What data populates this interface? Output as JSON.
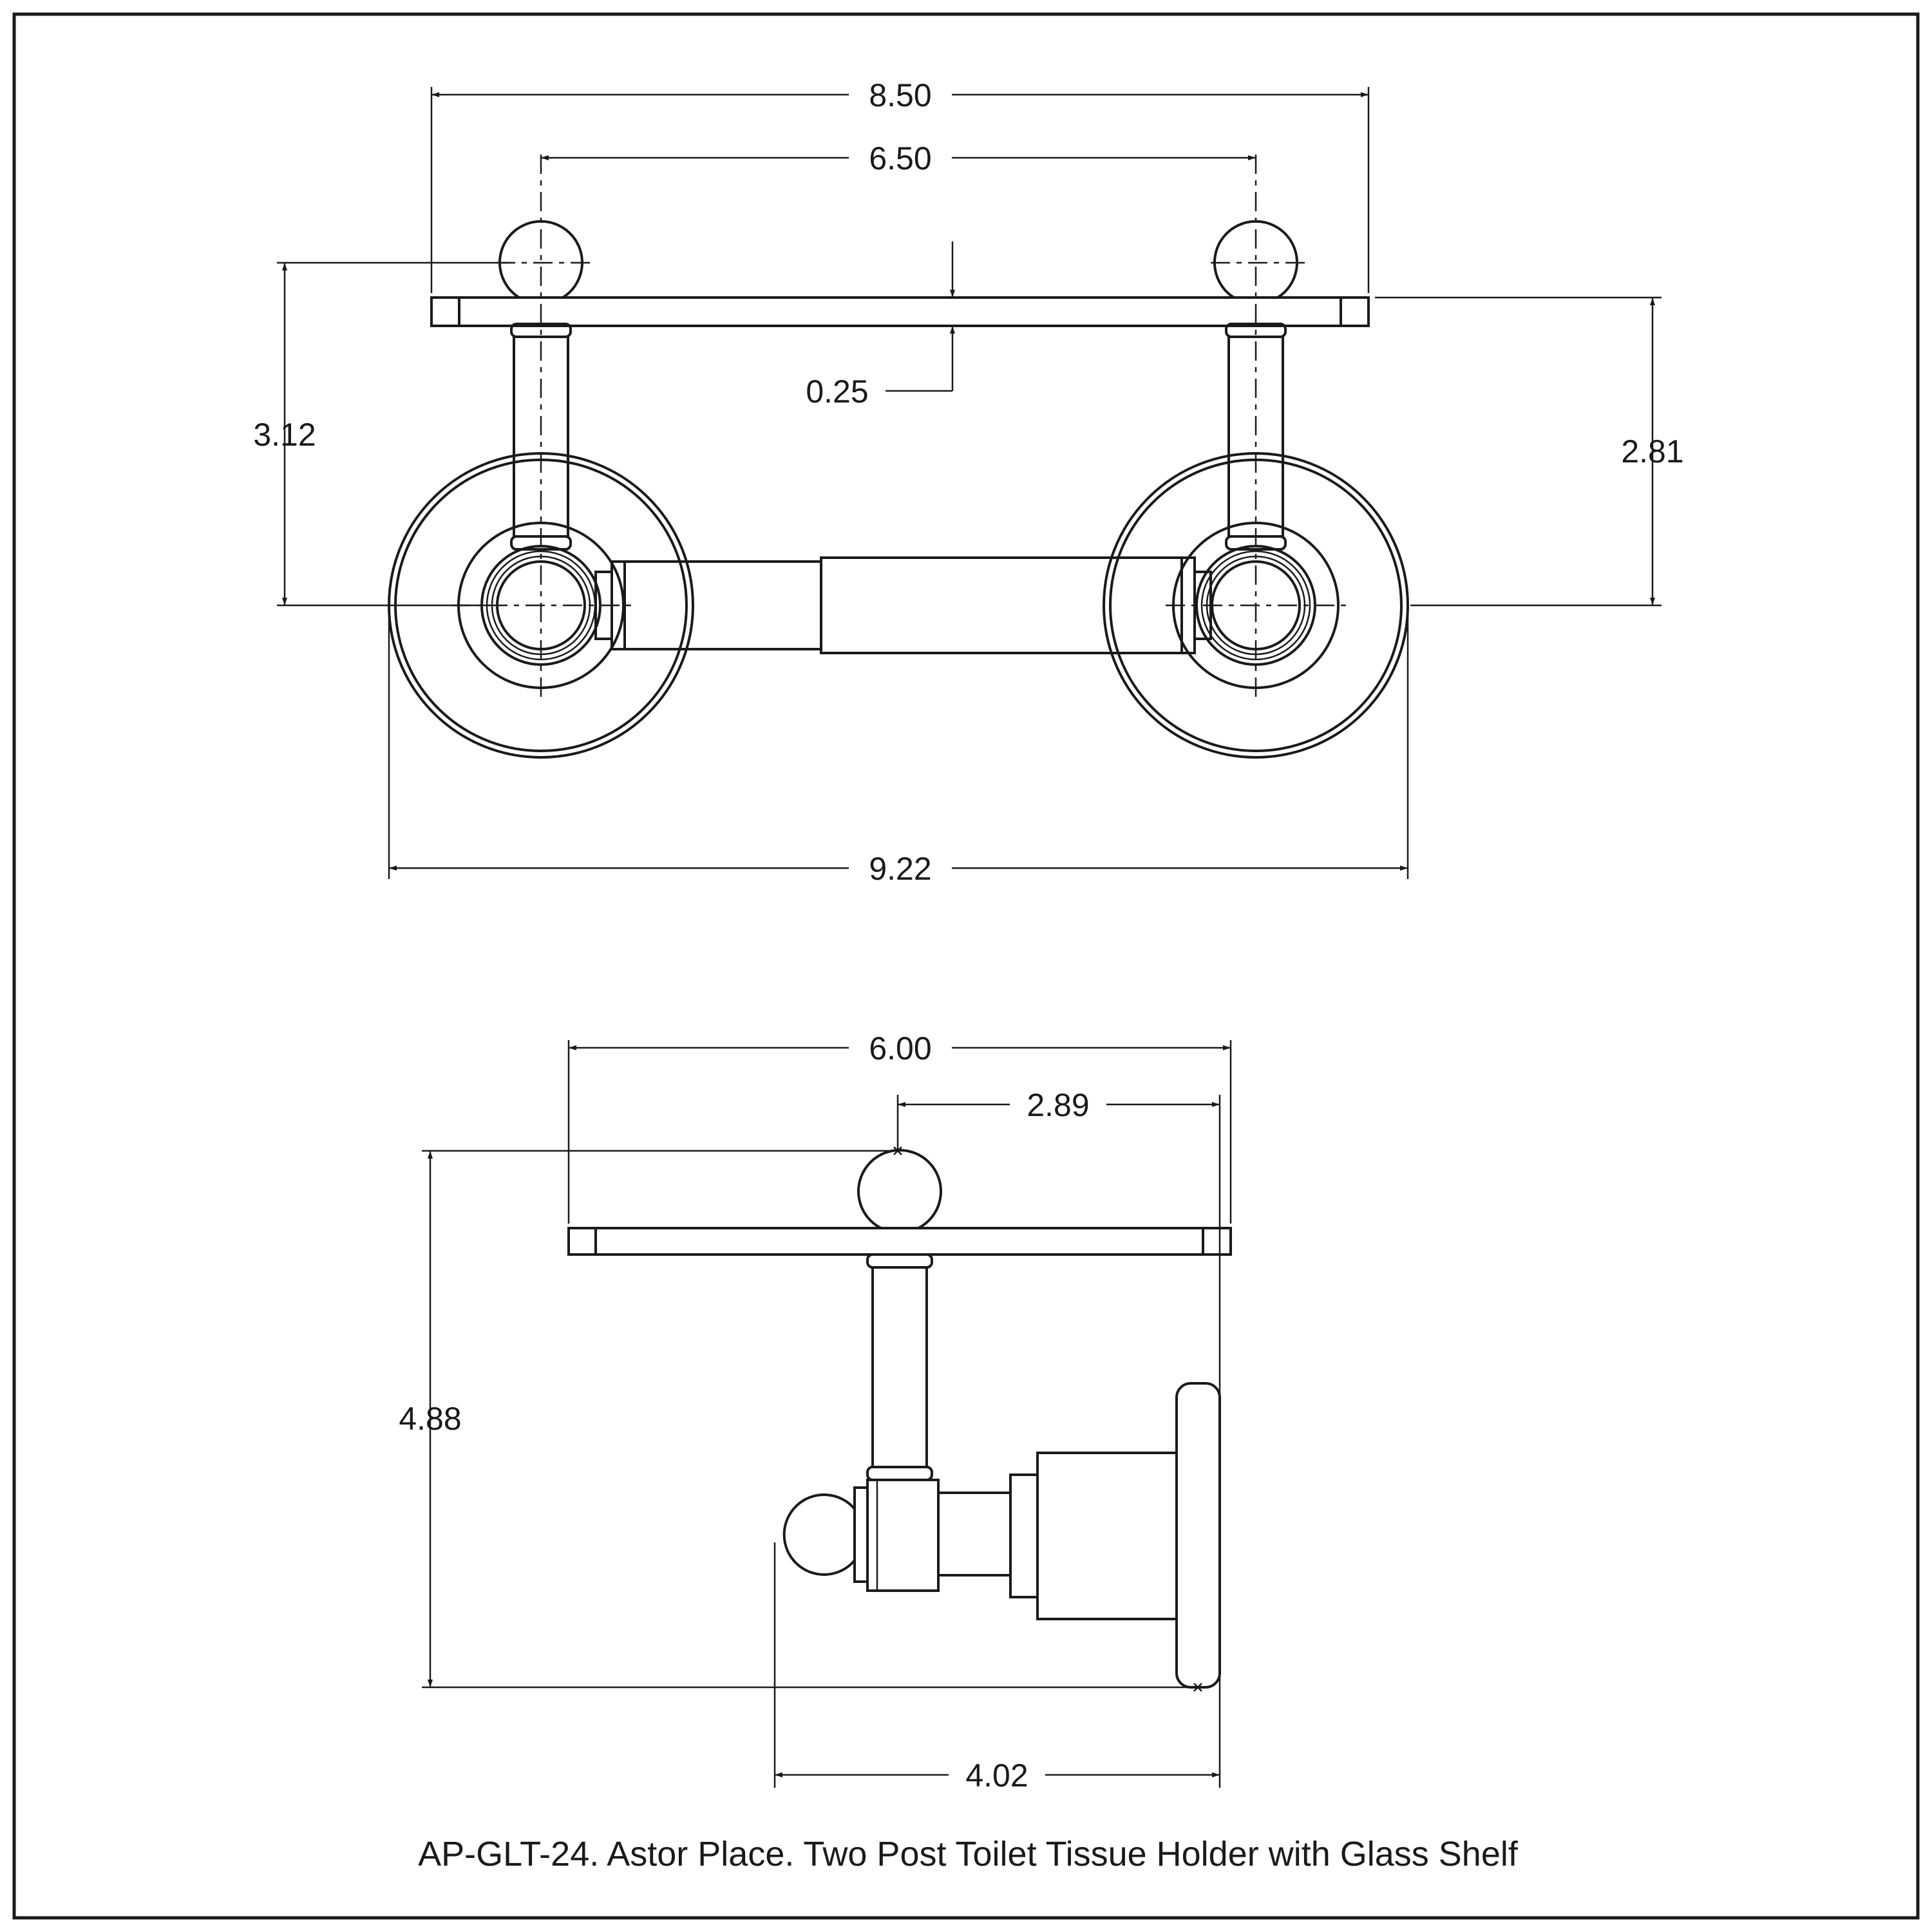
{
  "caption": "AP-GLT-24. Astor Place. Two Post Toilet Tissue Holder with Glass Shelf",
  "front_view": {
    "dim_overall_shelf": "8.50",
    "dim_post_centers": "6.50",
    "dim_shelf_thickness": "0.25",
    "dim_top_ball_to_center": "3.12",
    "dim_shelf_to_center": "2.81",
    "dim_overall_width": "9.22"
  },
  "side_view": {
    "dim_shelf_depth": "6.00",
    "dim_post_offset": "2.89",
    "dim_overall_height": "4.88",
    "dim_projection": "4.02"
  },
  "colors": {
    "line": "#1a1a1a",
    "background": "#ffffff"
  }
}
